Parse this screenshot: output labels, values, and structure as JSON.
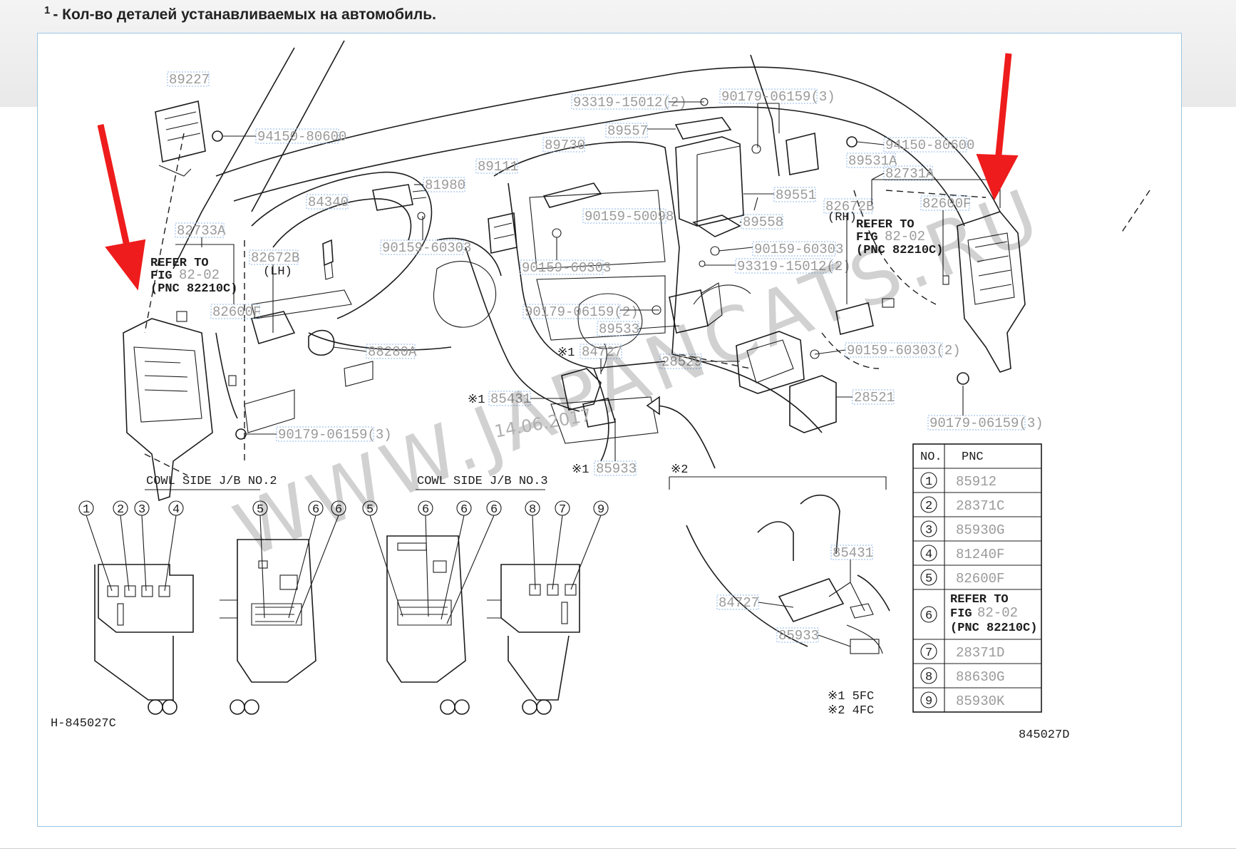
{
  "header": {
    "number": "1",
    "text": "- Кол-во деталей устанавливаемых на автомобиль."
  },
  "watermark": "WWW.JAPANCATS.RU",
  "date_stamp": "14.06.2017",
  "drawing_codes": {
    "left": "H-845027C",
    "right": "845027D"
  },
  "part_callouts": [
    {
      "id": "89227",
      "label": "89227"
    },
    {
      "id": "94150-80600-left",
      "label": "94150-80600"
    },
    {
      "id": "84340",
      "label": "84340"
    },
    {
      "id": "81980",
      "label": "81980"
    },
    {
      "id": "89111",
      "label": "89111"
    },
    {
      "id": "89730",
      "label": "89730"
    },
    {
      "id": "93319-15012-top",
      "label": "93319-15012(2)"
    },
    {
      "id": "89557",
      "label": "89557"
    },
    {
      "id": "90179-06159-3-top",
      "label": "90179-06159(3)"
    },
    {
      "id": "94150-80600-right",
      "label": "94150-80600"
    },
    {
      "id": "89531a",
      "label": "89531A"
    },
    {
      "id": "82731a",
      "label": "82731A"
    },
    {
      "id": "89551",
      "label": "89551"
    },
    {
      "id": "90159-50098",
      "label": "90159-50098"
    },
    {
      "id": "89558",
      "label": "89558"
    },
    {
      "id": "82672b-rh",
      "label": "82672B"
    },
    {
      "id": "82600f-right",
      "label": "82600F"
    },
    {
      "id": "82733a",
      "label": "82733A"
    },
    {
      "id": "82672b-lh",
      "label": "82672B"
    },
    {
      "id": "90159-60303-a",
      "label": "90159-60303"
    },
    {
      "id": "90159-60303-b",
      "label": "90159-60303"
    },
    {
      "id": "90159-60303-c",
      "label": "90159-60303"
    },
    {
      "id": "93319-15012-mid",
      "label": "93319-15012(2)"
    },
    {
      "id": "90179-06159-2",
      "label": "90179-06159(2)"
    },
    {
      "id": "89533",
      "label": "89533"
    },
    {
      "id": "82600f-left",
      "label": "82600F"
    },
    {
      "id": "88280a",
      "label": "88280A"
    },
    {
      "id": "84727-top",
      "label": "84727"
    },
    {
      "id": "85431-top",
      "label": "85431"
    },
    {
      "id": "28529",
      "label": "28529"
    },
    {
      "id": "90159-60303-2",
      "label": "90159-60303(2)"
    },
    {
      "id": "28521",
      "label": "28521"
    },
    {
      "id": "90179-06159-3-right",
      "label": "90179-06159(3)"
    },
    {
      "id": "90179-06159-3-left",
      "label": "90179-06159(3)"
    },
    {
      "id": "85933-top",
      "label": "85933"
    },
    {
      "id": "85431-inset",
      "label": "85431"
    },
    {
      "id": "84727-inset",
      "label": "84727"
    },
    {
      "id": "85933-inset",
      "label": "85933"
    }
  ],
  "refer_notes": [
    {
      "line1": "REFER TO",
      "line2_prefix": "FIG",
      "line2_ref": "82-02",
      "line3": "(PNC 82210C)"
    },
    {
      "line1": "REFER TO",
      "line2_prefix": "FIG",
      "line2_ref": "82-02",
      "line3": "(PNC 82210C)"
    }
  ],
  "side_tags": {
    "lh": "(LH)",
    "rh": "(RH)"
  },
  "markers": {
    "m1": "※1",
    "m2": "※2"
  },
  "jb_titles": {
    "no2": "COWL SIDE J/B NO.2",
    "no3": "COWL SIDE J/B NO.3"
  },
  "jb_circled_numbers": {
    "no2_left": [
      "1",
      "2",
      "3",
      "4"
    ],
    "no2_right": [
      "5",
      "6",
      "6"
    ],
    "no3_left": [
      "5",
      "6",
      "6",
      "6"
    ],
    "no3_right": [
      "8",
      "7",
      "9"
    ]
  },
  "legend_notes": [
    "※1 5FC",
    "※2 4FC"
  ],
  "pnc_table": {
    "headers": [
      "NO.",
      "PNC"
    ],
    "rows": [
      {
        "no": "1",
        "pnc": "85912"
      },
      {
        "no": "2",
        "pnc": "28371C"
      },
      {
        "no": "3",
        "pnc": "85930G"
      },
      {
        "no": "4",
        "pnc": "81240F"
      },
      {
        "no": "5",
        "pnc": "82600F"
      },
      {
        "no": "6",
        "pnc": "",
        "refer": {
          "line1": "REFER TO",
          "line2_prefix": "FIG",
          "line2_ref": "82-02",
          "line3": "(PNC 82210C)"
        }
      },
      {
        "no": "7",
        "pnc": "28371D"
      },
      {
        "no": "8",
        "pnc": "88630G"
      },
      {
        "no": "9",
        "pnc": "85930K"
      }
    ]
  },
  "colors": {
    "arrow": "#ee1c1c",
    "callout_text": "#9a9a9a",
    "callout_box": "#8fb6e8",
    "frame": "#9cc4e2"
  }
}
